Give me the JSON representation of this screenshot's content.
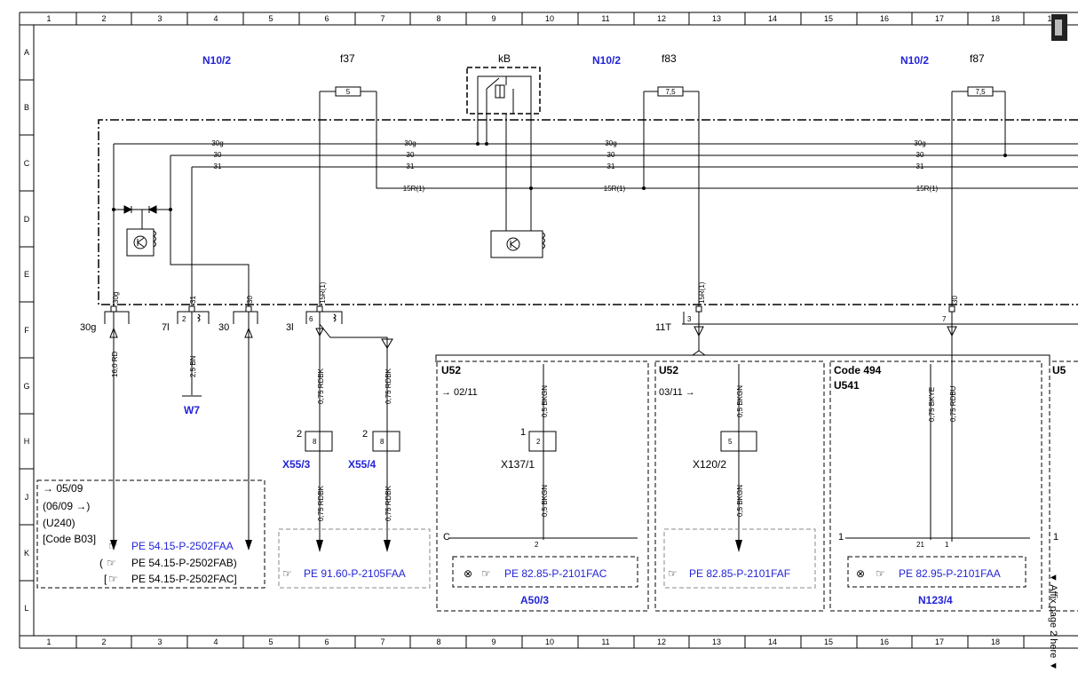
{
  "grid": {
    "columns": [
      "1",
      "2",
      "3",
      "4",
      "5",
      "6",
      "7",
      "8",
      "9",
      "10",
      "11",
      "12",
      "13",
      "14",
      "15",
      "16",
      "17",
      "18",
      "1"
    ],
    "rows": [
      "A",
      "B",
      "C",
      "D",
      "E",
      "F",
      "G",
      "H",
      "J",
      "K",
      "L"
    ]
  },
  "header": {
    "n10_left": "N10/2",
    "f37": "f37",
    "kB": "kB",
    "n10_mid": "N10/2",
    "f83": "f83",
    "n10_right": "N10/2",
    "f87": "f87"
  },
  "fuses": {
    "f37_value": "5",
    "f83_value": "7,5",
    "f87_value": "7,5"
  },
  "bus": {
    "l30g_a": "30g",
    "l30_a": "30",
    "l31_a": "31",
    "l30g_b": "30g",
    "l30_b": "30",
    "l31_b": "31",
    "l30g_c": "30g",
    "l30_c": "30",
    "l31_c": "31",
    "l30g_d": "30g",
    "l30_d": "30",
    "l31_d": "31",
    "r15_a": "15R(1)",
    "r15_b": "15R(1)",
    "r15_c": "15R(1)"
  },
  "pins": {
    "p30g": "30g",
    "p31": "31",
    "p30": "30",
    "p15r": "15R(1)",
    "p15r_b": "15R(1)",
    "p30_b": "30"
  },
  "terminals": {
    "t30g": "30g",
    "t7l": "7l",
    "t30": "30",
    "t3l": "3l",
    "t11t": "11T",
    "n2": "2",
    "n6": "6",
    "n3": "3",
    "n7": "7"
  },
  "wires": {
    "w16rd": "16,0 RD",
    "w25bn": "2,5 BN",
    "w075rdbk_a": "0,75 RDBK",
    "w075rdbk_b": "0,75 RDBK",
    "w075rdbk_c": "0,75 RDBK",
    "w075rdbk_d": "0,75 RDBK",
    "w05bkgn_a": "0,5 BKGN",
    "w05bkgn_b": "0,5 BKGN",
    "w05bkgn_c": "0,5 BKGN",
    "w05bkgn_d": "0,5 BKGN",
    "w075bkye": "0,75 BKYE",
    "w075rdbu": "0,75 RDBU"
  },
  "ground": {
    "w7": "W7"
  },
  "connectors": {
    "x55_3": "X55/3",
    "x55_4": "X55/4",
    "x137_1": "X137/1",
    "x120_2": "X120/2",
    "c2": "2",
    "c8a": "8",
    "c2b": "2",
    "c8b": "8",
    "c1a": "1",
    "c2c": "2",
    "c5": "5"
  },
  "boxes": {
    "u52_a": "U52",
    "u52_a_date": "→ 02/11",
    "u52_b": "U52",
    "u52_b_date": "03/11 →",
    "code494": "Code 494",
    "u541": "U541",
    "u5": "U5",
    "a50_3": "A50/3",
    "n123_4": "N123/4",
    "c_label": "C",
    "pin2": "2",
    "pin21": "21",
    "pin1": "1",
    "one_a": "1",
    "one_b": "1"
  },
  "legend": {
    "line1": "→ 05/09",
    "line2": "(06/09 →)",
    "line3": "(U240)",
    "line4": "[Code B03]"
  },
  "refs": {
    "pe_2502faa": "PE 54.15-P-2502FAA",
    "pe_2502fab": "PE 54.15-P-2502FAB)",
    "pe_2502fac": "PE 54.15-P-2502FAC]",
    "pe_2105faa": "PE 91.60-P-2105FAA",
    "pe_2101fac": "PE 82.85-P-2101FAC",
    "pe_2101faf": "PE 82.85-P-2101FAF",
    "pe_2101faa": "PE 82.95-P-2101FAA",
    "open_paren": "(",
    "open_bracket": "["
  },
  "side": {
    "affix": "▼ Affix page 2 here ▼"
  },
  "colors": {
    "blue_text": "#2323d8",
    "line": "#000000",
    "dashed_gray": "#888888"
  }
}
